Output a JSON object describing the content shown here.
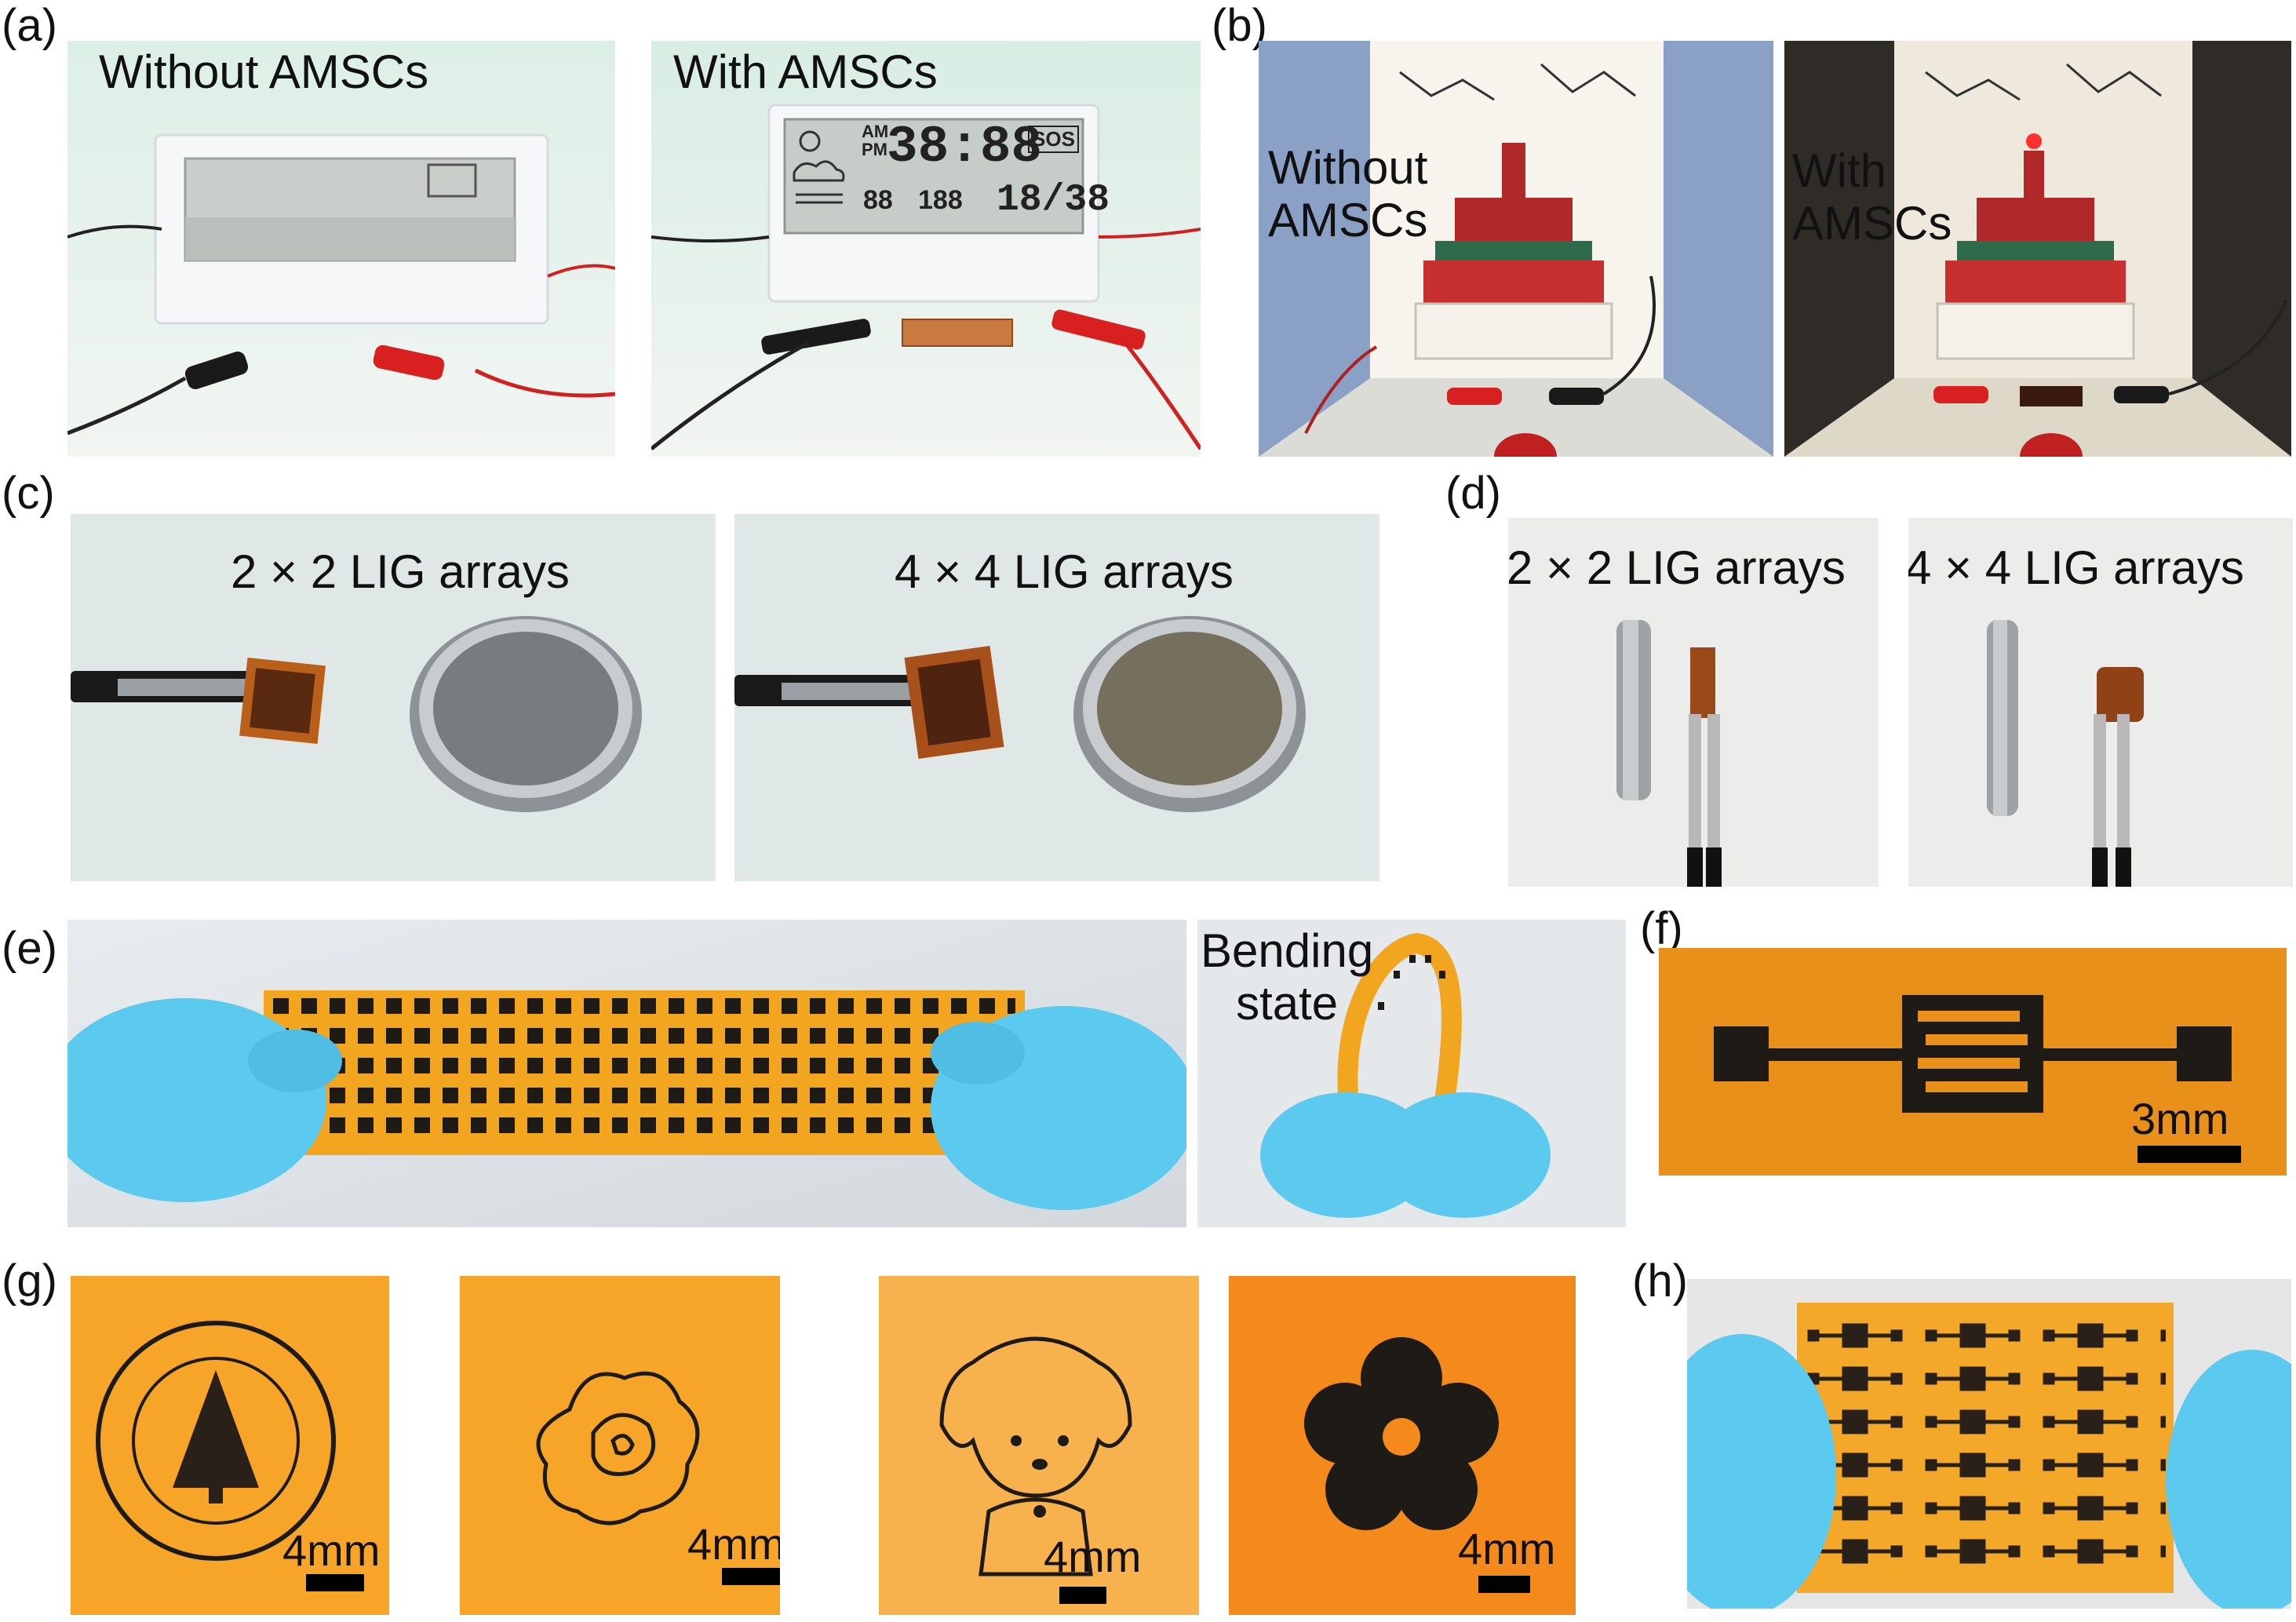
{
  "panels": {
    "a": {
      "label": "(a)",
      "left_caption": "Without AMSCs",
      "right_caption": "With AMSCs",
      "lcd": {
        "ampm": "AM\nPM",
        "time": "38:88",
        "small1": "88",
        "small2": "188",
        "date": "18/38",
        "tag": "SOS"
      }
    },
    "b": {
      "label": "(b)",
      "left_caption": "Without\nAMSCs",
      "right_caption": "With\nAMSCs"
    },
    "c": {
      "label": "(c)",
      "left_caption": "2 × 2 LIG arrays",
      "right_caption": "4 × 4 LIG arrays"
    },
    "d": {
      "label": "(d)",
      "left_caption": "2 × 2 LIG arrays",
      "right_caption": "4 × 4 LIG arrays"
    },
    "e": {
      "label": "(e)",
      "bending_caption": "Bending\nstate"
    },
    "f": {
      "label": "(f)",
      "scale": "3mm"
    },
    "g": {
      "label": "(g)",
      "scales": [
        "4mm",
        "4mm",
        "4mm",
        "4mm"
      ]
    },
    "h": {
      "label": "(h)"
    }
  },
  "colors": {
    "kapton": "#f0a020",
    "kapton_dark": "#e88a10",
    "glove": "#56c8ee",
    "lig": "#1e1a16"
  }
}
